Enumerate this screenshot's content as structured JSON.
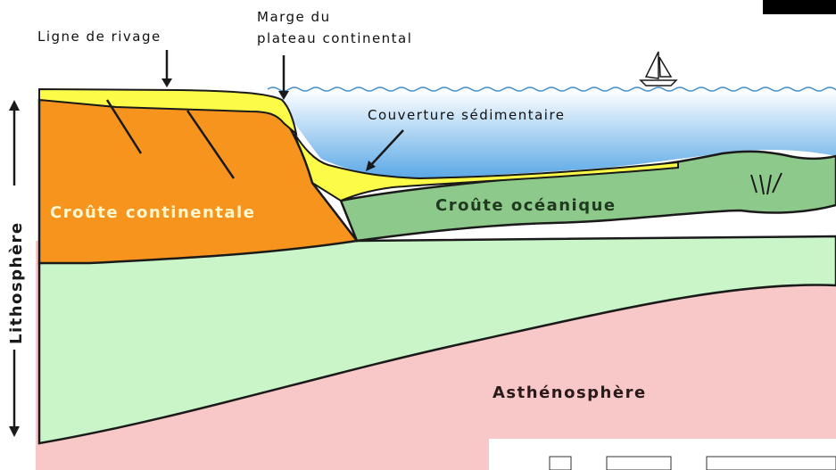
{
  "labels": {
    "shoreline": "Ligne de rivage",
    "shelf_margin_line1": "Marge du",
    "shelf_margin_line2": "plateau continental",
    "sediment_cover": "Couverture sédimentaire",
    "continental_crust": "Croûte continentale",
    "oceanic_crust": "Croûte océanique",
    "asthenosphere": "Asthénosphère",
    "lithosphere": "Lithosphère"
  },
  "colors": {
    "continental_crust": "#f7941d",
    "oceanic_crust": "#8ec98c",
    "lithosphere_mantle": "#c9f5c9",
    "asthenosphere": "#f8c8c8",
    "sediment": "#fbfb48",
    "ocean_top": "#ffffff",
    "ocean_bottom": "#5aa8e6",
    "outline": "#1a1a1a",
    "crust_label": "#fff8d0",
    "oceanic_label": "#1f3a1f",
    "asthenosphere_label": "#2a1a1a"
  },
  "icons": [
    "sailboat-icon",
    "arrow-down-icon",
    "double-arrow-vertical-icon"
  ]
}
